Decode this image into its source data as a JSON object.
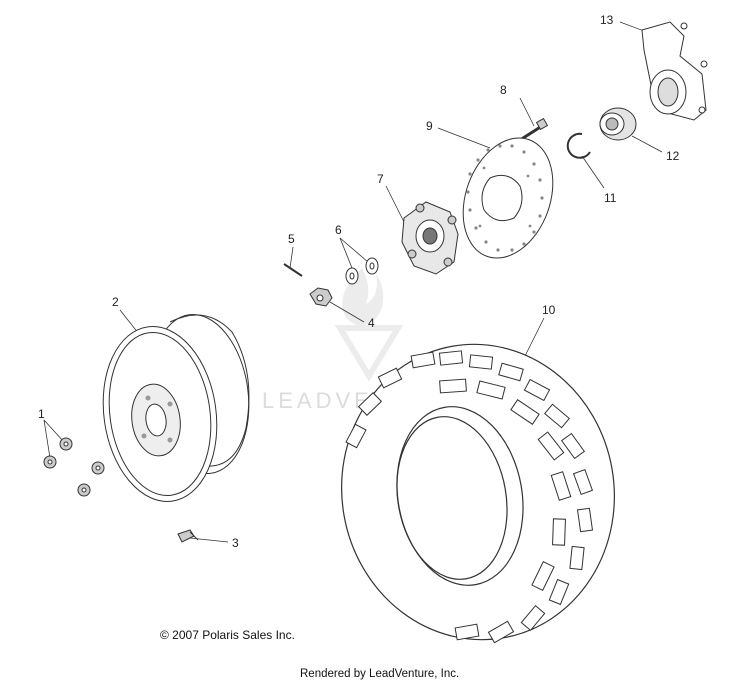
{
  "callouts": {
    "c1": "1",
    "c2": "2",
    "c3": "3",
    "c4": "4",
    "c5": "5",
    "c6": "6",
    "c7": "7",
    "c8": "8",
    "c9": "9",
    "c10": "10",
    "c11": "11",
    "c12": "12",
    "c13": "13"
  },
  "watermark": "LEADVENTURE",
  "copyright": "© 2007 Polaris Sales Inc.",
  "rendered_by": "Rendered by LeadVenture, Inc."
}
